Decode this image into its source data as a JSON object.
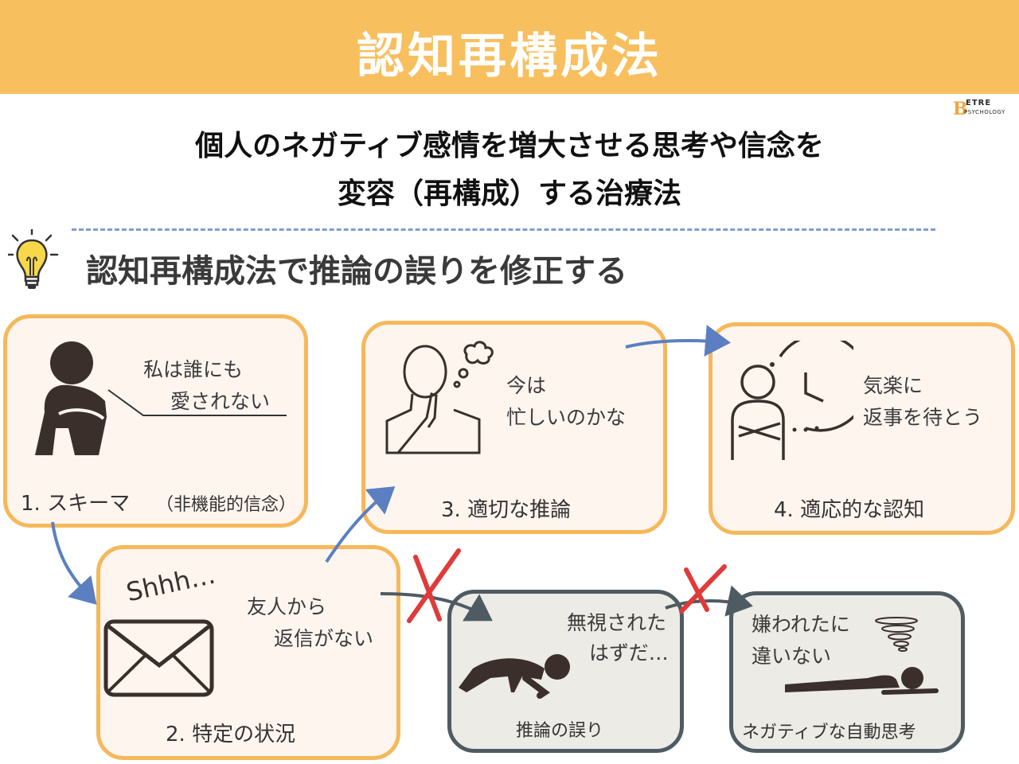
{
  "header": {
    "title": "認知再構成法"
  },
  "logo": {
    "letter": "B",
    "line1": "ETRE",
    "line2": "PSYCHOLOGY"
  },
  "subtitle": {
    "line1": "個人のネガティブ感情を増大させる思考や信念を",
    "line2": "変容（再構成）する治療法"
  },
  "section": {
    "title": "認知再構成法で推論の誤りを修正する",
    "icon": "lightbulb-icon"
  },
  "boxes": {
    "schema": {
      "thought_l1": "私は誰にも",
      "thought_l2": "愛されない",
      "caption": "1. スキーマ",
      "caption_note": "（非機能的信念）"
    },
    "situation": {
      "sound": "Shhh…",
      "text_l1": "友人から",
      "text_l2": "返信がない",
      "caption": "2. 特定の状況"
    },
    "appropriate": {
      "text_l1": "今は",
      "text_l2": "忙しいのかな",
      "caption": "3. 適切な推論"
    },
    "adaptive": {
      "text_l1": "気楽に",
      "text_l2": "返事を待とう",
      "caption": "4. 適応的な認知"
    },
    "error": {
      "text_l1": "無視された",
      "text_l2": "はずだ…",
      "caption": "推論の誤り"
    },
    "negative": {
      "text_l1": "嫌われたに",
      "text_l2": "違いない",
      "caption": "ネガティブな自動思考"
    }
  },
  "colors": {
    "banner": "#f8bf5e",
    "box_border": "#f5b85a",
    "box_fill": "#fff5ef",
    "grey_border": "#4f5b62",
    "grey_fill": "#ecebe6",
    "arrow": "#5b7fc0",
    "cross": "#e03a3a",
    "figure": "#3b2f2b"
  }
}
